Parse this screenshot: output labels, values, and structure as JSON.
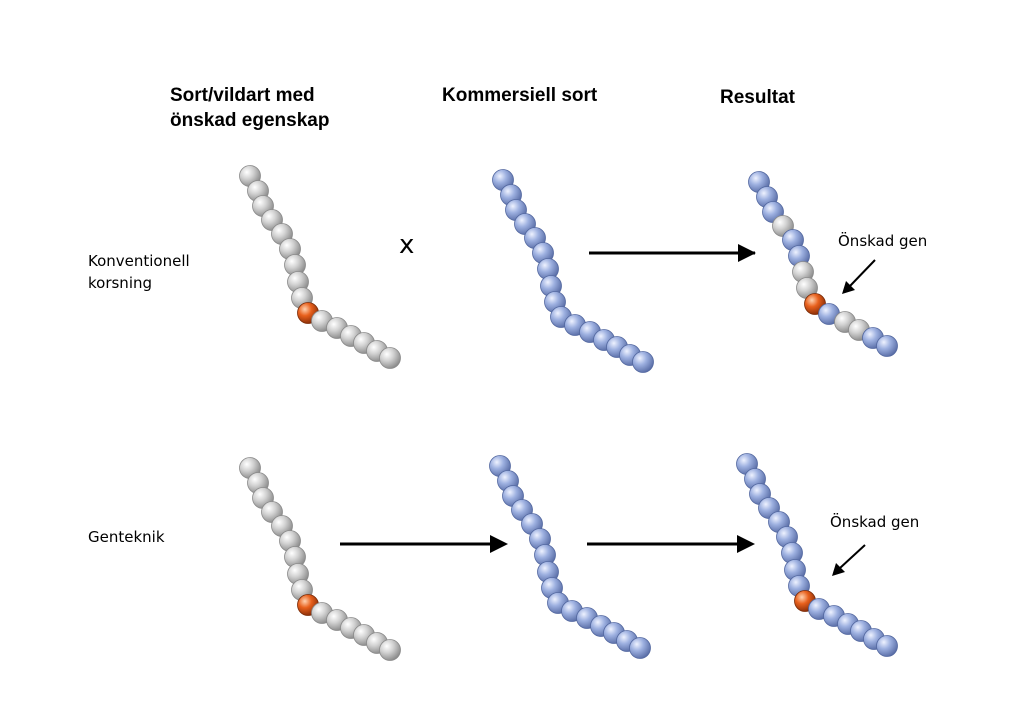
{
  "headers": {
    "donor": [
      "Sort/vildart med",
      "önskad egenskap"
    ],
    "commercial": "Kommersiell sort",
    "result": "Resultat"
  },
  "rows": {
    "conventional": [
      "Konventionell",
      "korsning"
    ],
    "genetic": "Genteknik"
  },
  "cross_symbol": "x",
  "gene_label": "Önskad gen",
  "colors": {
    "gray_bead": "#c8c8c8",
    "blue_bead": "#94a9dc",
    "gene_bead": "#e0601e",
    "arrow": "#000000"
  },
  "chromosomes": {
    "conventional_donor": [
      "g",
      "g",
      "g",
      "g",
      "g",
      "g",
      "g",
      "g",
      "g",
      "o",
      "g",
      "g",
      "g",
      "g",
      "g",
      "g"
    ],
    "conventional_commercial": [
      "b",
      "b",
      "b",
      "b",
      "b",
      "b",
      "b",
      "b",
      "b",
      "b",
      "b",
      "b",
      "b",
      "b",
      "b",
      "b"
    ],
    "conventional_result": [
      "b",
      "b",
      "b",
      "g",
      "b",
      "b",
      "g",
      "g",
      "o",
      "b",
      "g",
      "g",
      "b",
      "b"
    ],
    "genetic_donor": [
      "g",
      "g",
      "g",
      "g",
      "g",
      "g",
      "g",
      "g",
      "g",
      "o",
      "g",
      "g",
      "g",
      "g",
      "g",
      "g"
    ],
    "genetic_commercial": [
      "b",
      "b",
      "b",
      "b",
      "b",
      "b",
      "b",
      "b",
      "b",
      "b",
      "b",
      "b",
      "b",
      "b",
      "b",
      "b"
    ],
    "genetic_result": [
      "b",
      "b",
      "b",
      "b",
      "b",
      "b",
      "b",
      "b",
      "b",
      "o",
      "b",
      "b",
      "b",
      "b",
      "b",
      "b"
    ]
  }
}
